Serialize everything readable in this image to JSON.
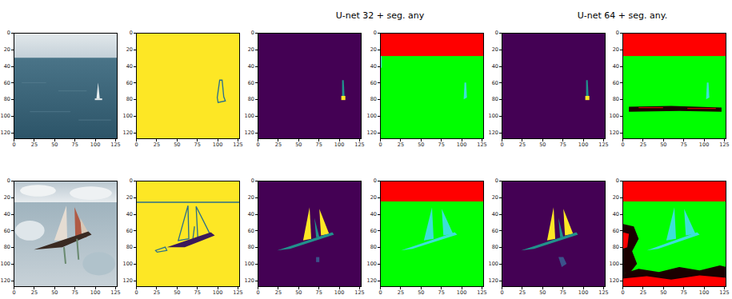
{
  "diagram": {
    "labels": [
      "U-net 32 + seg. any",
      "U-net 64 + seg. any.",
      "0",
      "20",
      "40",
      "60",
      "80",
      "100",
      "120",
      "0",
      "25",
      "50",
      "75",
      "100",
      "125",
      "0",
      "20",
      "40",
      "60",
      "80",
      "100",
      "120",
      "0",
      "25",
      "50",
      "75",
      "100",
      "125",
      "0",
      "20",
      "40",
      "60",
      "80",
      "100",
      "120",
      "0",
      "25",
      "50",
      "75",
      "100",
      "125",
      "0",
      "20",
      "40",
      "60",
      "80",
      "100",
      "120",
      "0",
      "25",
      "50",
      "75",
      "100",
      "125",
      "0",
      "20",
      "40",
      "60",
      "80",
      "100",
      "120",
      "0",
      "25",
      "50",
      "75",
      "100",
      "125",
      "0",
      "20",
      "40",
      "60",
      "80",
      "100",
      "120",
      "0",
      "25",
      "50",
      "75",
      "100",
      "125",
      "0",
      "20",
      "40",
      "60",
      "80",
      "100",
      "120",
      "0",
      "25",
      "50",
      "75",
      "100",
      "125",
      "0",
      "20",
      "40",
      "60",
      "80",
      "100",
      "120",
      "0",
      "25",
      "50",
      "75",
      "100",
      "125",
      "0",
      "20",
      "40",
      "60",
      "80",
      "100",
      "120",
      "0",
      "25",
      "50",
      "75",
      "100",
      "125",
      "0",
      "20",
      "40",
      "60",
      "80",
      "100",
      "120",
      "0",
      "25",
      "50",
      "75",
      "100",
      "125",
      "0",
      "20",
      "40",
      "60",
      "80",
      "100",
      "120",
      "0",
      "25",
      "50",
      "75",
      "100",
      "125",
      "0",
      "20",
      "40",
      "60",
      "80",
      "100",
      "120",
      "0",
      "25",
      "50",
      "75",
      "100",
      "125"
    ]
  }
}
